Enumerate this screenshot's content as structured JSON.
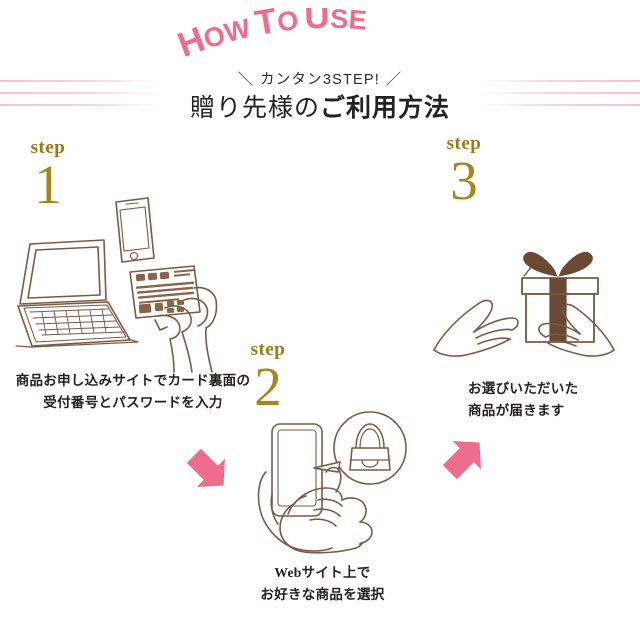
{
  "header": {
    "title": "HOW TO USE",
    "title_letters": [
      "H",
      "O",
      "W",
      "T",
      "O",
      "U",
      "S",
      "E"
    ],
    "kicker_open": "＼",
    "kicker": "カンタン3STEP!",
    "kicker_close": "／",
    "subtitle_normal": "贈り先様の",
    "subtitle_bold": "ご利用方法"
  },
  "colors": {
    "pink": "#ee6c8e",
    "pink_light": "#f3c3cb",
    "gold": "#9a7b18",
    "gold_number": "#a6851a",
    "line_art": "#7a5a44",
    "ribbon": "#6b4a33",
    "text": "#231f1d"
  },
  "steps": [
    {
      "word": "step",
      "number": "1",
      "caption_line1": "商品お申し込みサイトでカード裏面の",
      "caption_line2": "受付番号とパスワードを入力",
      "illustration": "laptop-smartphone-card-in-hand"
    },
    {
      "word": "step",
      "number": "2",
      "caption_line1": "Webサイト上で",
      "caption_line2": "お好きな商品を選択",
      "illustration": "hands-holding-smartphone-with-handbag-bubble"
    },
    {
      "word": "step",
      "number": "3",
      "caption_line1": "お選びいただいた",
      "caption_line2": "商品が届きます",
      "illustration": "open-hands-receiving-gift-box"
    }
  ],
  "arrows": [
    {
      "name": "arrow-step1-to-step2",
      "direction": "down-right"
    },
    {
      "name": "arrow-step2-to-step3",
      "direction": "up-right"
    }
  ]
}
